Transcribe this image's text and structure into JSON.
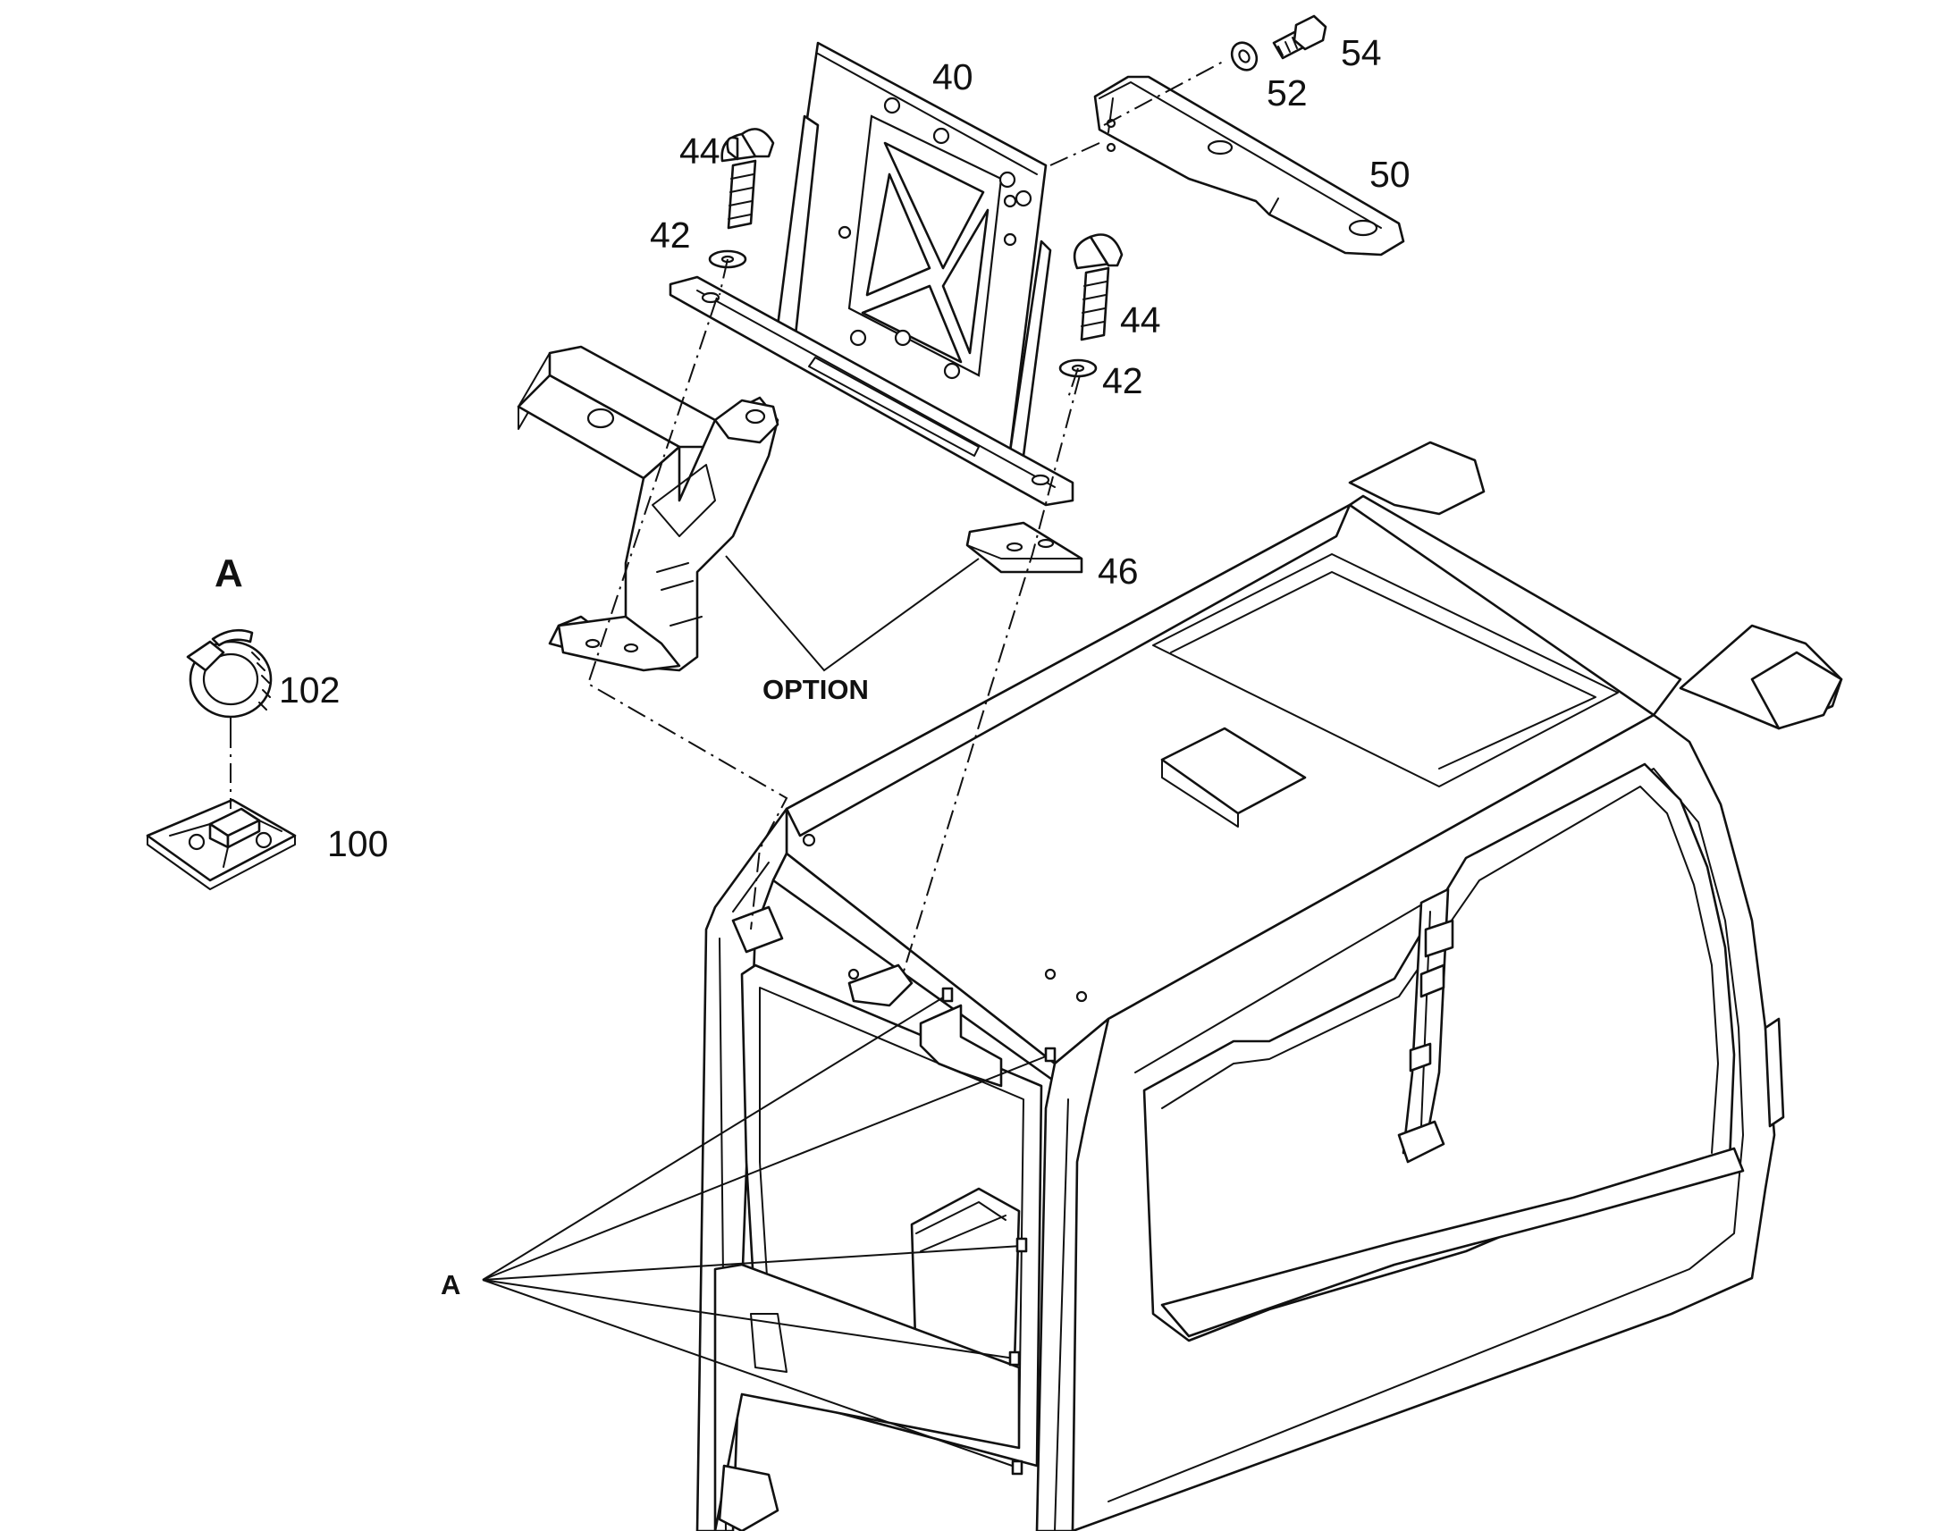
{
  "callouts": {
    "p40": "40",
    "p42a": "42",
    "p42b": "42",
    "p44a": "44",
    "p44b": "44",
    "p46": "46",
    "p50": "50",
    "p52": "52",
    "p54": "54",
    "p100": "100",
    "p102": "102"
  },
  "option_label": "OPTION",
  "detail": {
    "title": "A",
    "pointer_label": "A"
  }
}
